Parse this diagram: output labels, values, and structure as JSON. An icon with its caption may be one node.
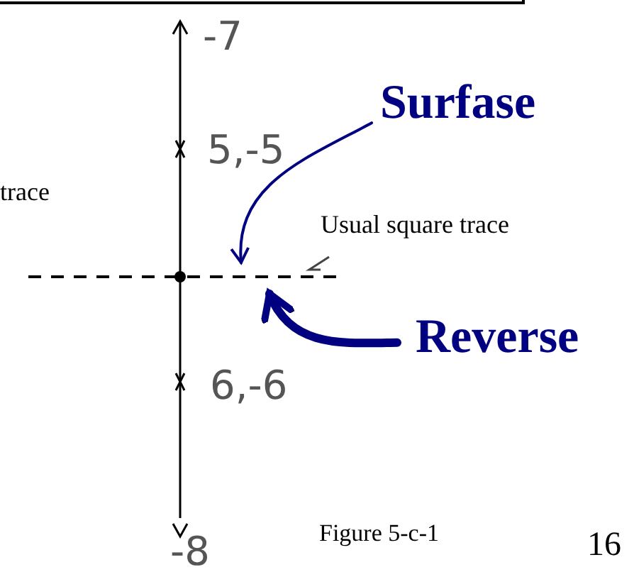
{
  "diagram": {
    "nodes": [
      {
        "text": [
          "Surfase"
        ]
      },
      {
        "text": [
          "Reverse"
        ]
      }
    ],
    "edges": [
      {
        "from": 0,
        "to": null,
        "arrow": "to"
      },
      {
        "from": 1,
        "to": null,
        "arrow": "to",
        "style": "thick"
      }
    ],
    "labels": [
      "-7",
      "5,-5",
      "trace",
      "Usual square trace",
      "6,-6",
      "-8",
      "Figure 5-c-1",
      "16"
    ]
  }
}
